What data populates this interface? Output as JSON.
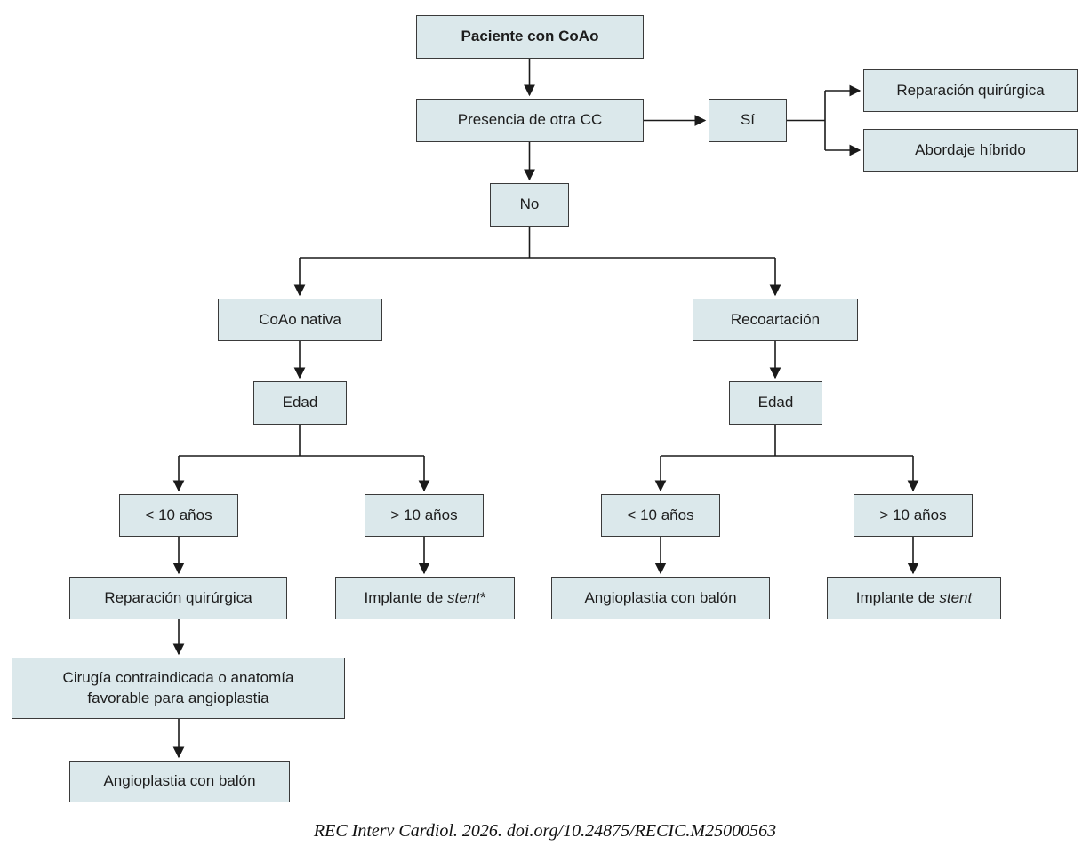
{
  "colors": {
    "box_fill": "#dbe8eb",
    "box_border": "#3a3a3a",
    "connector": "#1a1a1a"
  },
  "nodes": {
    "paciente": "Paciente con CoAo",
    "presencia": "Presencia de otra CC",
    "si": "Sí",
    "reparacion_top": "Reparación quirúrgica",
    "abordaje": "Abordaje híbrido",
    "no": "No",
    "coao_nativa": "CoAo nativa",
    "recoartacion": "Recoartación",
    "edad_left": "Edad",
    "edad_right": "Edad",
    "lt10_left": "< 10 años",
    "gt10_left": "> 10 años",
    "lt10_right": "< 10 años",
    "gt10_right": "> 10 años",
    "reparacion_left": "Reparación quirúrgica",
    "implante_left": {
      "prefix": "Implante de ",
      "italic": "stent",
      "suffix": "*"
    },
    "angio_right": "Angioplastia con balón",
    "implante_right": {
      "prefix": "Implante de ",
      "italic": "stent",
      "suffix": ""
    },
    "cirugia": {
      "line1": "Cirugía contraindicada o anatomía",
      "line2": "favorable para angioplastia"
    },
    "angio_bottom": "Angioplastia con balón"
  },
  "footer": "REC Interv Cardiol. 2026. doi.org/10.24875/RECIC.M25000563"
}
